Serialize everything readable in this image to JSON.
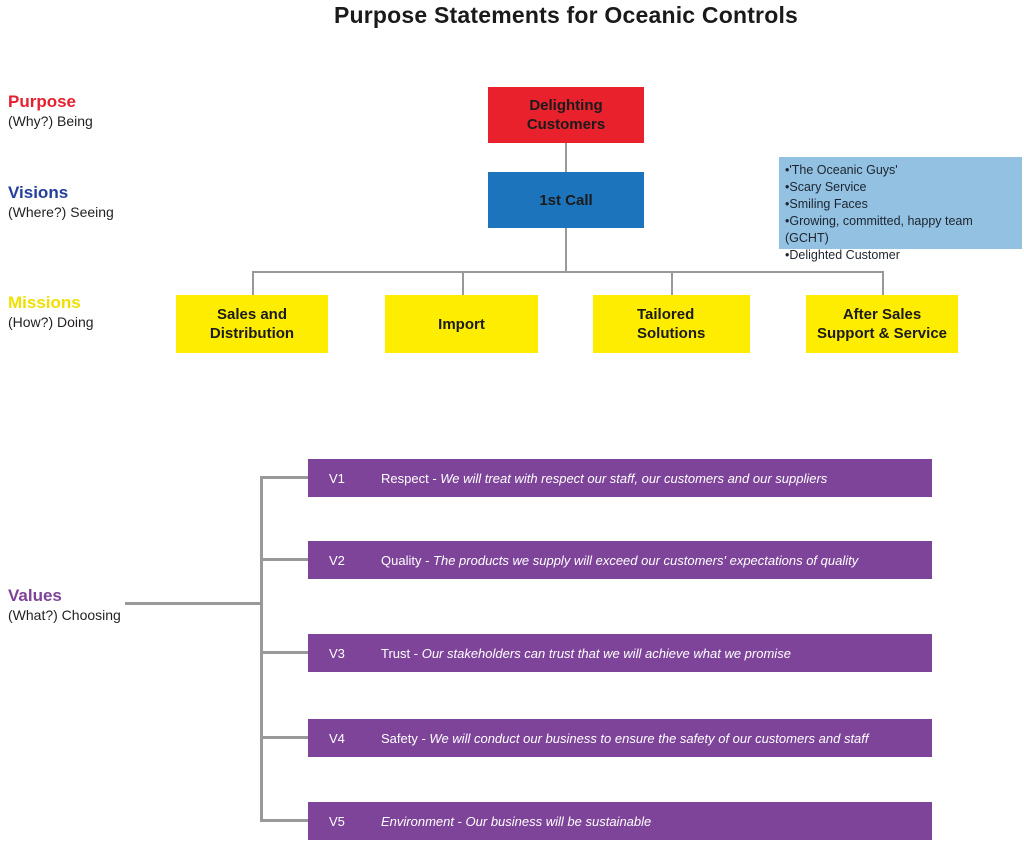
{
  "title": "Purpose Statements for Oceanic Controls",
  "row_labels": [
    {
      "heading": "Purpose",
      "sub": "(Why?) Being",
      "color": "#e52030"
    },
    {
      "heading": "Visions",
      "sub": "(Where?) Seeing",
      "color": "#24409a"
    },
    {
      "heading": "Missions",
      "sub": "(How?) Doing",
      "color": "#efe002"
    },
    {
      "heading": "Values",
      "sub": "(What?) Choosing",
      "color": "#7e4499"
    }
  ],
  "purpose_box": {
    "label": "Delighting Customers",
    "color": "#e8212d"
  },
  "vision_box": {
    "label": "1st Call",
    "color": "#1c75bc"
  },
  "vision_notes": {
    "color": "#92c1e1",
    "items": [
      "'The Oceanic Guys'",
      "Scary Service",
      "Smiling Faces",
      "Growing, committed, happy team (GCHT)",
      "Delighted Customer"
    ]
  },
  "missions": [
    {
      "label": "Sales and Distribution"
    },
    {
      "label": "Import"
    },
    {
      "label": "Tailored Solutions"
    },
    {
      "label": "After Sales Support & Service"
    }
  ],
  "mission_color": "#ffed00",
  "values_separator": " - ",
  "values": [
    {
      "id": "V1",
      "name": "Respect",
      "description": "We will treat with respect our staff, our customers and our suppliers"
    },
    {
      "id": "V2",
      "name": "Quality",
      "description": "The products we supply will exceed our customers' expectations of quality"
    },
    {
      "id": "V3",
      "name": "Trust",
      "description": "Our stakeholders can trust that we will achieve what we promise"
    },
    {
      "id": "V4",
      "name": "Safety",
      "description": "We will conduct our business to ensure the safety of our customers and staff"
    },
    {
      "id": "V5",
      "name": "Environment",
      "description": "Our business will be sustainable"
    }
  ],
  "value_color": "#7e4499",
  "connector_color": "#999999"
}
